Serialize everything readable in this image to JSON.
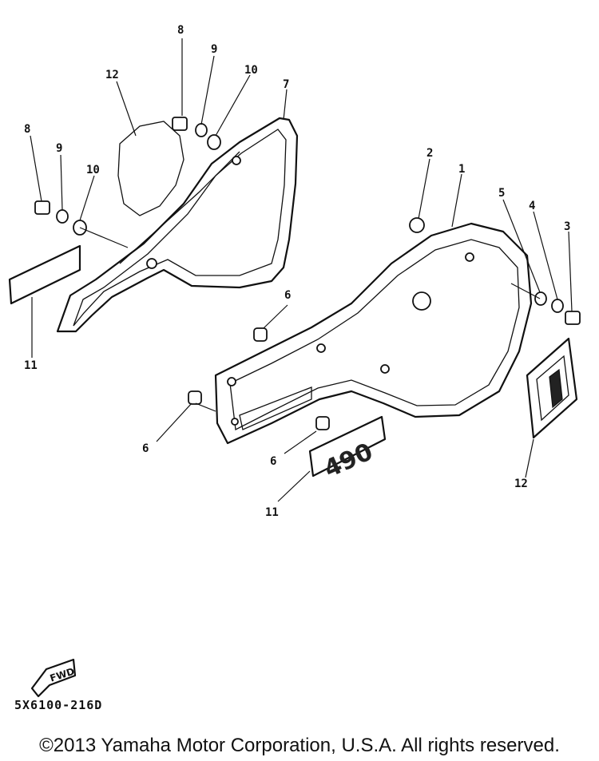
{
  "callouts": [
    "8",
    "9",
    "10",
    "12",
    "7",
    "8",
    "9",
    "10",
    "11",
    "2",
    "1",
    "5",
    "4",
    "3",
    "6",
    "6",
    "6",
    "11",
    "12"
  ],
  "emblem_text": "490",
  "fwd_label": "FWD",
  "part_code": "5X6100-216D",
  "copyright": "©2013 Yamaha Motor Corporation, U.S.A. All rights reserved."
}
